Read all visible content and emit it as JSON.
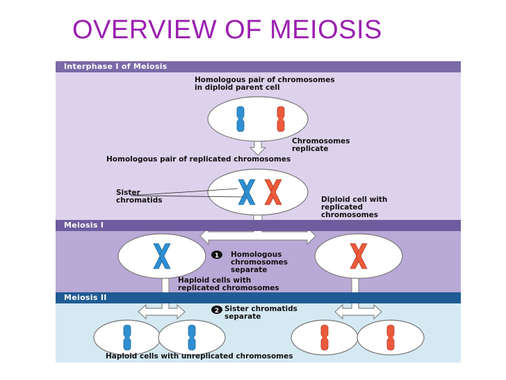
{
  "title": "OVERVIEW OF MEIOSIS",
  "sections": {
    "interphase": "Interphase I of Meiosis",
    "meiosis1": "Meiosis I",
    "meiosis2": "Meiosis II"
  },
  "labels": {
    "homologous_pair": "Homologous pair of chromosomes\nin diploid parent cell",
    "chromosomes_replicate": "Chromosomes\nreplicate",
    "replicated_pair": "Homologous pair of replicated chromosomes",
    "sister_chromatids": "Sister\nchromatids",
    "diploid_replicated": "Diploid cell with\nreplicated\nchromosomes",
    "homologous_separate": "Homologous\nchromosomes\nseparate",
    "haploid_replicated": "Haploid cells with\nreplicated chromosomes",
    "sister_separate": "Sister chromatids\nseparate",
    "haploid_unreplicated": "Haploid cells with unreplicated chromosomes"
  },
  "steps": {
    "step1": "1",
    "step2": "2"
  },
  "colors": {
    "title": "#9b1fb0",
    "paternal": "#2f8fd0",
    "maternal": "#ec5a3c",
    "arrow_fill": "#ffffff",
    "arrow_stroke": "#888888"
  }
}
